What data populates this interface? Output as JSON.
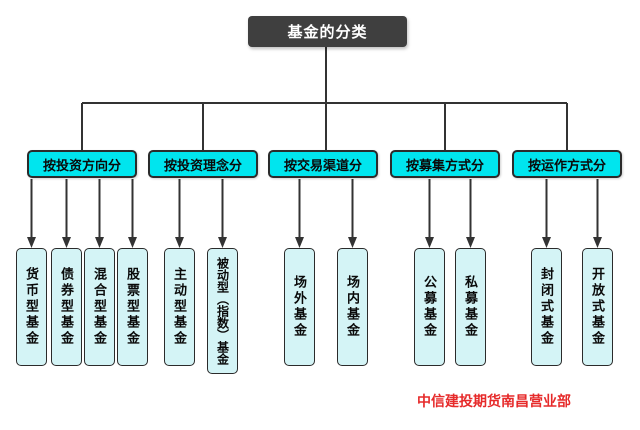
{
  "title": {
    "label": "基金的分类"
  },
  "categories": [
    {
      "label": "按投资方向分",
      "children": [
        "货币型基金",
        "债券型基金",
        "混合型基金",
        "股票型基金"
      ]
    },
    {
      "label": "按投资理念分",
      "children": [
        "主动型基金",
        "被动型（指数）基金"
      ]
    },
    {
      "label": "按交易渠道分",
      "children": [
        "场外基金",
        "场内基金"
      ]
    },
    {
      "label": "按募集方式分",
      "children": [
        "公募基金",
        "私募基金"
      ]
    },
    {
      "label": "按运作方式分",
      "children": [
        "封闭式基金",
        "开放式基金"
      ]
    }
  ],
  "annotation": {
    "label": "中信建投期货南昌营业部"
  },
  "colors": {
    "title_bg": "#3f3f3f",
    "title_text": "#ffffff",
    "category_fill": "#00e5ee",
    "child_fill": "#d4f4f6",
    "border": "#2b2b2b",
    "line": "#333333",
    "annotation": "#e62a2a"
  }
}
